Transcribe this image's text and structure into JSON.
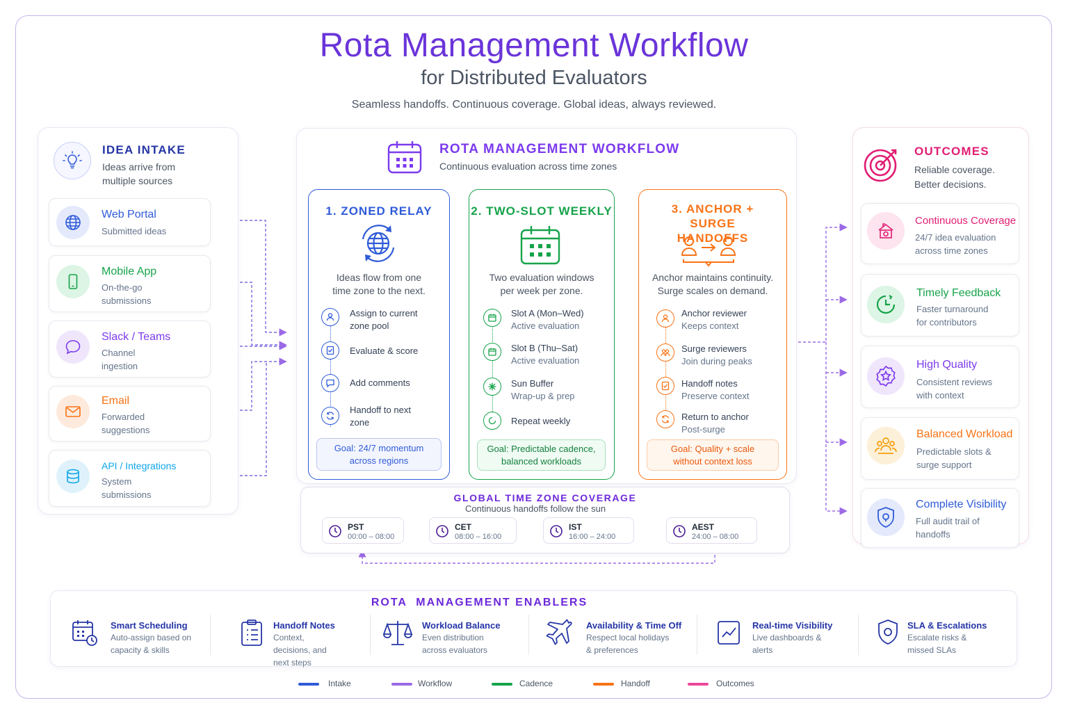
{
  "header": {
    "title": "Rota Management Workflow",
    "subtitle": "for Distributed Evaluators",
    "tagline": "Seamless handoffs. Continuous coverage. Global ideas, always reviewed."
  },
  "intake": {
    "title": "IDEA INTAKE",
    "desc": "Ideas arrive from multiple sources",
    "sources": [
      {
        "title": "Web Portal",
        "desc": "Submitted ideas",
        "icon": "globe-icon",
        "color": "#2f5bd8"
      },
      {
        "title": "Mobile App",
        "desc": "On-the-go submissions",
        "icon": "smartphone-icon",
        "color": "#16a34a"
      },
      {
        "title": "Slack / Teams",
        "desc": "Channel ingestion",
        "icon": "chat-icon",
        "color": "#7c3aed"
      },
      {
        "title": "Email",
        "desc": "Forwarded suggestions",
        "icon": "mail-icon",
        "color": "#f97316"
      },
      {
        "title": "API / Integrations",
        "desc": "System submissions",
        "icon": "database-icon",
        "color": "#0ea5e9"
      }
    ]
  },
  "workflow": {
    "title": "ROTA MANAGEMENT WORKFLOW",
    "desc": "Continuous evaluation across time zones",
    "columns": [
      {
        "head": "1. ZONED RELAY",
        "intro": "Ideas flow from one time zone to the next.",
        "color": "#2f5bd8",
        "steps": [
          {
            "title": "Assign to current",
            "sub": "zone pool"
          },
          {
            "title": "Evaluate & score",
            "sub": ""
          },
          {
            "title": "Add comments",
            "sub": ""
          },
          {
            "title": "Handoff to next",
            "sub": "zone"
          }
        ],
        "goal": "Goal: 24/7 momentum across regions"
      },
      {
        "head": "2. TWO-SLOT WEEKLY",
        "intro": "Two evaluation windows per week per zone.",
        "color": "#16a34a",
        "steps": [
          {
            "title": "Slot A (Mon–Wed)",
            "sub": "Active evaluation"
          },
          {
            "title": "Slot B (Thu–Sat)",
            "sub": "Active evaluation"
          },
          {
            "title": "Sun Buffer",
            "sub": "Wrap-up & prep"
          },
          {
            "title": "Repeat weekly",
            "sub": ""
          }
        ],
        "goal": "Goal: Predictable cadence, balanced workloads"
      },
      {
        "head": "3. ANCHOR + SURGE HANDOFFS",
        "intro": "Anchor maintains continuity. Surge scales on demand.",
        "color": "#f97316",
        "steps": [
          {
            "title": "Anchor reviewer",
            "sub": "Keeps context"
          },
          {
            "title": "Surge reviewers",
            "sub": "Join during peaks"
          },
          {
            "title": "Handoff notes",
            "sub": "Preserve context"
          },
          {
            "title": "Return to anchor",
            "sub": "Post-surge"
          }
        ],
        "goal": "Goal: Quality + scale without context loss"
      }
    ]
  },
  "coverage": {
    "title": "GLOBAL TIME ZONE COVERAGE",
    "desc": "Continuous handoffs follow the sun",
    "zones": [
      {
        "name": "PST",
        "time": "00:00 – 08:00"
      },
      {
        "name": "CET",
        "time": "08:00 – 16:00"
      },
      {
        "name": "IST",
        "time": "16:00 – 24:00"
      },
      {
        "name": "AEST",
        "time": "24:00 – 08:00"
      }
    ]
  },
  "outcomes": {
    "title": "OUTCOMES",
    "desc": "Reliable coverage. Better decisions.",
    "items": [
      {
        "title": "Continuous Coverage",
        "desc": "24/7 idea evaluation across time zones",
        "icon": "home-clock-icon",
        "color": "#e11d74"
      },
      {
        "title": "Timely Feedback",
        "desc": "Faster turnaround for contributors",
        "icon": "clock-icon",
        "color": "#16a34a"
      },
      {
        "title": "High Quality",
        "desc": "Consistent reviews with context",
        "icon": "badge-star-icon",
        "color": "#7c3aed"
      },
      {
        "title": "Balanced Workload",
        "desc": "Predictable slots & surge support",
        "icon": "team-icon",
        "color": "#f97316"
      },
      {
        "title": "Complete Visibility",
        "desc": "Full audit trail of handoffs",
        "icon": "shield-icon",
        "color": "#2f5bd8"
      }
    ]
  },
  "enablers": {
    "title": "ROTA  MANAGEMENT ENABLERS",
    "items": [
      {
        "title": "Smart Scheduling",
        "desc": "Auto-assign based on capacity & skills",
        "icon": "calendar-clock-icon"
      },
      {
        "title": "Handoff Notes",
        "desc": "Context, decisions, and next steps",
        "icon": "clipboard-icon"
      },
      {
        "title": "Workload Balance",
        "desc": "Even distribution across evaluators",
        "icon": "scale-icon"
      },
      {
        "title": "Availability & Time Off",
        "desc": "Respect local holidays & preferences",
        "icon": "airplane-icon"
      },
      {
        "title": "Real-time Visibility",
        "desc": "Live dashboards & alerts",
        "icon": "chart-icon"
      },
      {
        "title": "SLA & Escalations",
        "desc": "Escalate risks & missed SLAs",
        "icon": "shield-alert-icon"
      }
    ]
  },
  "legend": [
    {
      "label": "Intake",
      "color": "#2f5bd8"
    },
    {
      "label": "Workflow",
      "color": "#9b6ae6"
    },
    {
      "label": "Cadence",
      "color": "#16a34a"
    },
    {
      "label": "Handoff",
      "color": "#f97316"
    },
    {
      "label": "Outcomes",
      "color": "#ec4899"
    }
  ]
}
